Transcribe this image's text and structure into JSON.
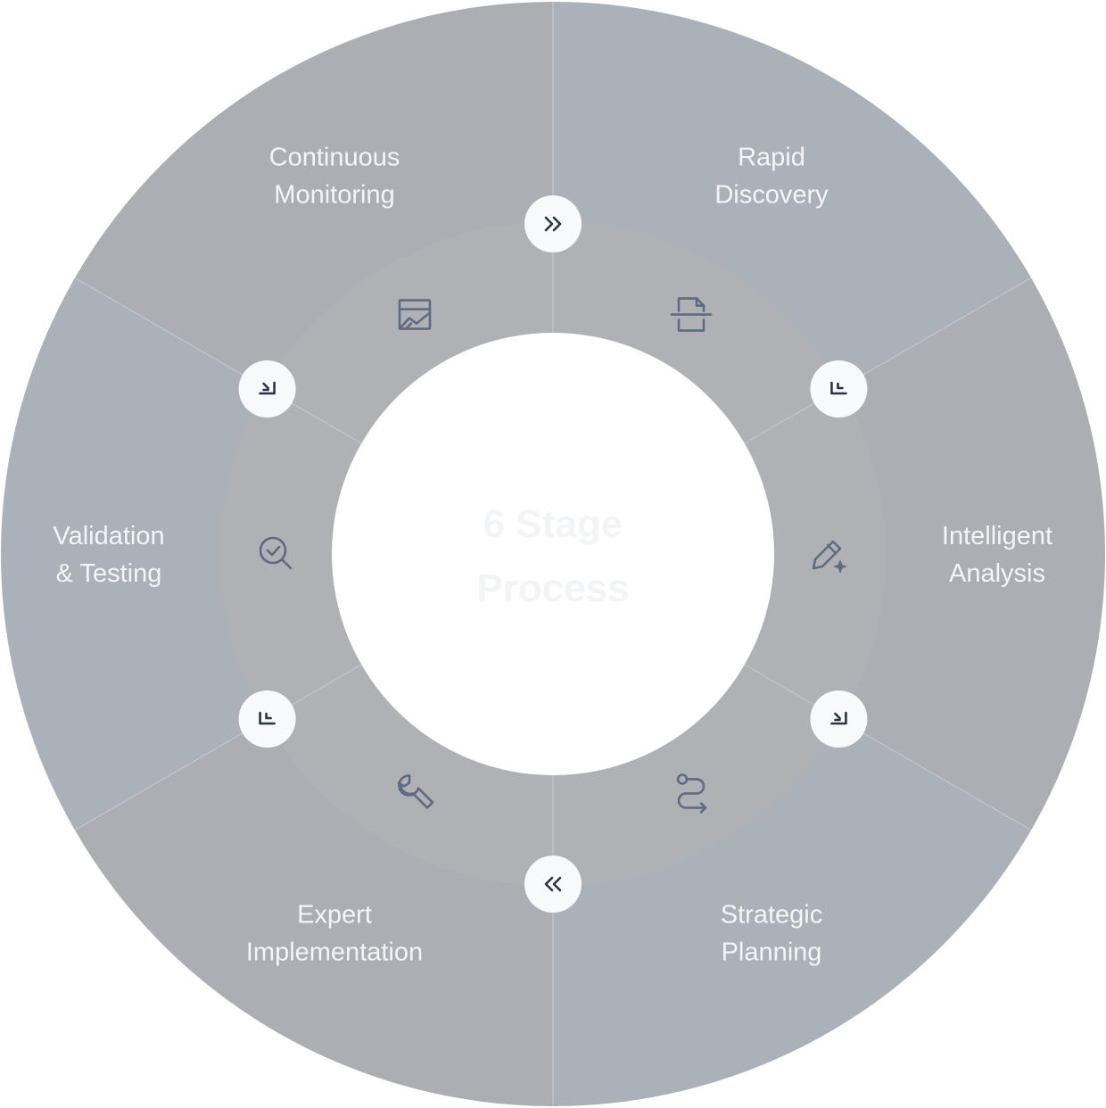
{
  "title": {
    "line1": "6 Stage",
    "line2": "Process"
  },
  "colors": {
    "outer_segment_a": "#abb1b9",
    "outer_segment_b": "#adaeb3",
    "inner_ring": "#b0b1b5",
    "divider": "#c3c7cd",
    "icon": "#5f6b80",
    "button_bg": "#f8f9fb",
    "button_glyph": "#2c3345",
    "label": "#f4f5f7",
    "center": "#ffffff"
  },
  "stages": [
    {
      "line1": "Rapid",
      "line2": "Discovery",
      "icon": "document-scan-icon"
    },
    {
      "line1": "Intelligent",
      "line2": "Analysis",
      "icon": "pencil-sparkle-icon"
    },
    {
      "line1": "Strategic",
      "line2": "Planning",
      "icon": "route-icon"
    },
    {
      "line1": "Expert",
      "line2": "Implementation",
      "icon": "wrench-icon"
    },
    {
      "line1": "Validation",
      "line2": "& Testing",
      "icon": "search-check-icon"
    },
    {
      "line1": "Continuous",
      "line2": "Monitoring",
      "icon": "chart-image-icon"
    }
  ],
  "connectors": [
    {
      "name": "double-chevron-right-icon"
    },
    {
      "name": "corner-arrow-down-left-icon"
    },
    {
      "name": "corner-arrow-down-right-icon"
    },
    {
      "name": "double-chevron-left-icon"
    },
    {
      "name": "corner-arrow-down-left-icon"
    },
    {
      "name": "corner-arrow-down-right-icon"
    }
  ]
}
